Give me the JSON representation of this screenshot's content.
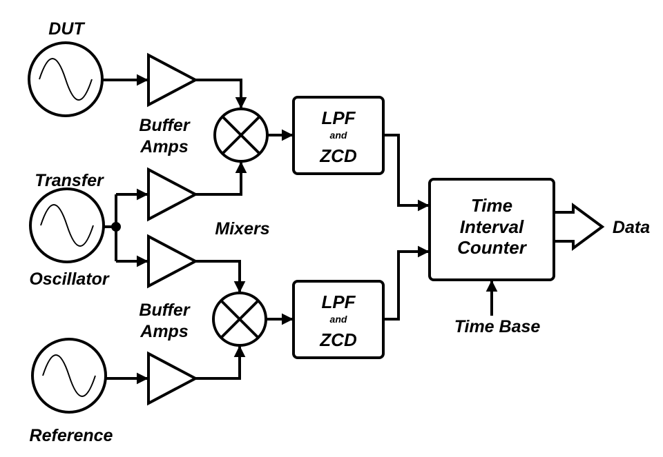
{
  "labels": {
    "dut": "DUT",
    "transfer": "Transfer",
    "oscillator": "Oscillator",
    "reference": "Reference",
    "buffer_amps_1_line1": "Buffer",
    "buffer_amps_1_line2": "Amps",
    "buffer_amps_2_line1": "Buffer",
    "buffer_amps_2_line2": "Amps",
    "mixers": "Mixers",
    "lpf_top_line1": "LPF",
    "lpf_top_line2": "and",
    "lpf_top_line3": "ZCD",
    "lpf_bottom_line1": "LPF",
    "lpf_bottom_line2": "and",
    "lpf_bottom_line3": "ZCD",
    "tic_line1": "Time",
    "tic_line2": "Interval",
    "tic_line3": "Counter",
    "time_base": "Time Base",
    "data": "Data"
  }
}
